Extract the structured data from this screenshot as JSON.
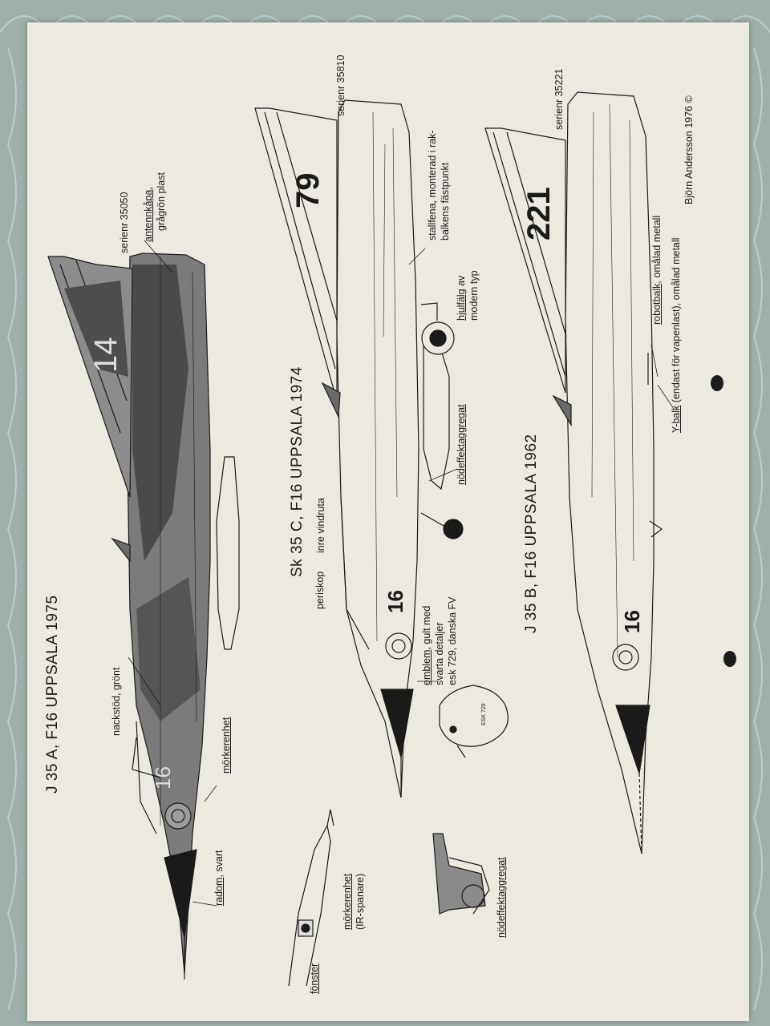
{
  "titles": {
    "j35a": "J 35 A, F16 UPPSALA 1975",
    "sk35c": "Sk 35 C, F16 UPPSALA 1974",
    "j35b": "J 35 B, F16 UPPSALA 1962"
  },
  "labels": {
    "nackstod": "nackstöd, grönt",
    "morkerenhet": "mörkerenhet",
    "radom_u": "radom",
    "radom_rest": ", svart",
    "serienr_35050": "serienr 35050",
    "antennkapa_u": "antennkåpa",
    "antennkapa_rest": ",",
    "gragron": "grågrön plast",
    "fonster": "fönster",
    "morkerenhet_ir_1": "mörkerenhet",
    "morkerenhet_ir_2": "(IR-spanare)",
    "nodeffekt_detail": "nödeffektaggregat",
    "periskop": "periskop",
    "inre_vindruta": "inre vindruta",
    "emblem_u": "emblem",
    "emblem_rest": ", gult med",
    "emblem_2": "svarta detaljer",
    "emblem_3": "esk 729, danska FV",
    "nodeffekt_sk": "nödeffektaggregat",
    "hjulfalg_u": "hjulfälg",
    "hjulfalg_rest": " av",
    "modern_typ": "modern typ",
    "stallfena_1": "stallfena, monterad i rak-",
    "stallfena_2": "balkens fästpunkt",
    "serienr_35810": "serienr 35810",
    "serienr_35221": "serienr 35221",
    "robotbalk_u": "robotbalk",
    "robotbalk_rest": ", omålad metall",
    "ybalk_u": "Y-balk",
    "ybalk_rest": " (endast för vapenlast), omålad metall",
    "copyright": "Björn Andersson 1976 ©",
    "esk_729": "ESK 729"
  },
  "markings": {
    "j35a_tail": "14",
    "j35a_nose": "16",
    "sk35c_tail": "79",
    "sk35c_nose": "16",
    "j35b_tail": "221",
    "j35b_nose": "16"
  },
  "colors": {
    "paper": "#eceae0",
    "camo_dark": "#4f4f4f",
    "camo_light": "#9a9a9a",
    "ink": "#1a1a1a"
  }
}
